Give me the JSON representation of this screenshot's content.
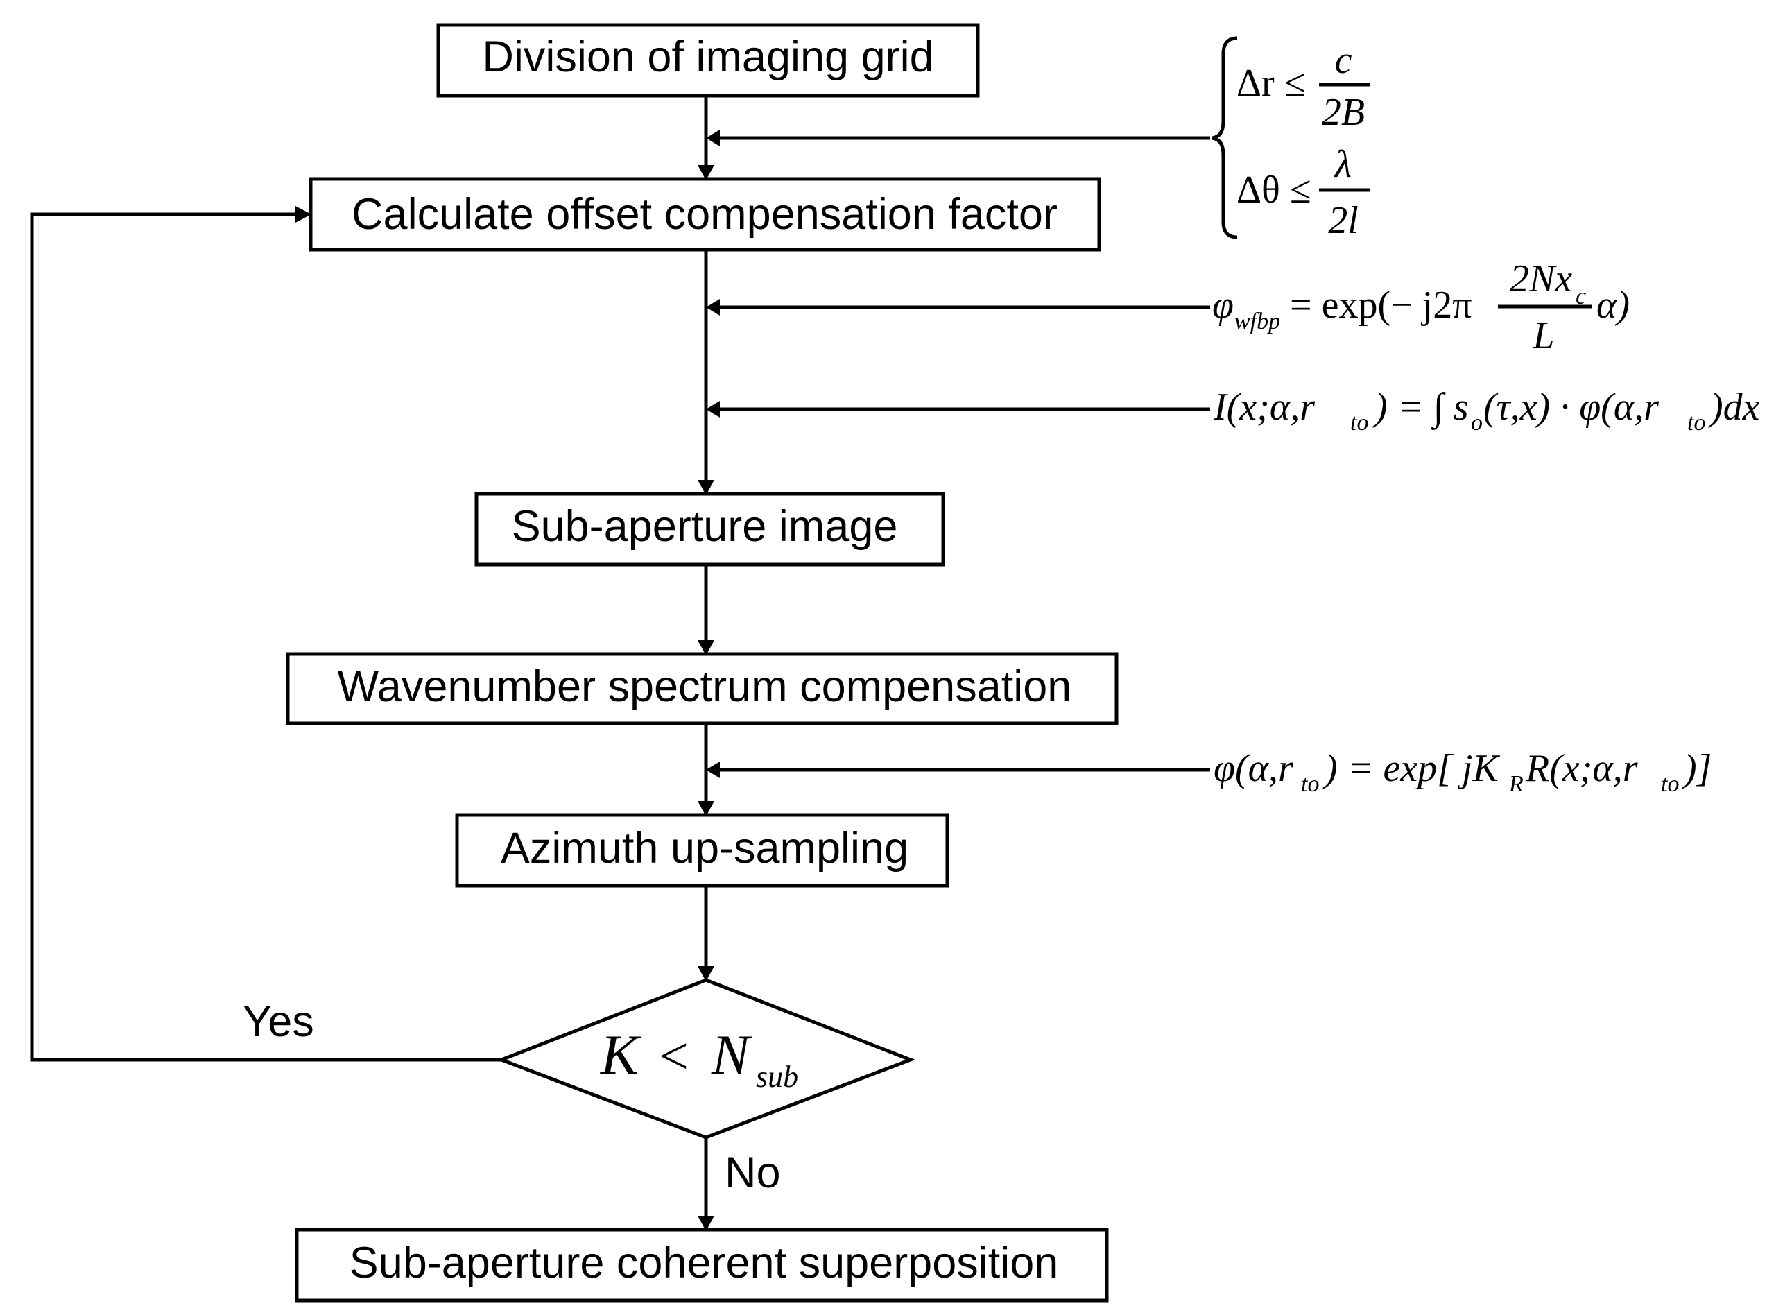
{
  "steps": {
    "step1": "Division of imaging grid",
    "step2": "Calculate offset compensation factor",
    "step3": "Sub-aperture image",
    "step4": "Wavenumber spectrum compensation",
    "step5": "Azimuth up-sampling",
    "step6": "Sub-aperture coherent superposition"
  },
  "decision": {
    "lhs": "K",
    "op": "<",
    "rhs": "N",
    "rhs_sub": "sub",
    "yes_label": "Yes",
    "no_label": "No"
  },
  "formulas": {
    "resolution": {
      "range_lhs": "Δr ≤",
      "range_num": "c",
      "range_den": "2B",
      "angle_lhs": "Δθ ≤",
      "angle_num": "λ",
      "angle_den": "2l"
    },
    "phase": {
      "symbol": "φ",
      "symbol_sub": "wfbp",
      "pre": "= exp(− j2π",
      "num": "2Nx",
      "num_sub": "c",
      "den": "L",
      "post": "α)"
    },
    "integral": {
      "p1": "I(x;α,r",
      "s1": "to",
      "p2": ") = ∫ s",
      "s2": "o",
      "p3": "(τ,x) · φ(α,r",
      "s3": "to",
      "p4": ")dx"
    },
    "compensation": {
      "p1": "φ(α,r",
      "s1": "to",
      "p2": ") = exp[ jK",
      "s2": "R",
      "p3": "R(x;α,r",
      "s3": "to",
      "p4": ")]"
    }
  }
}
